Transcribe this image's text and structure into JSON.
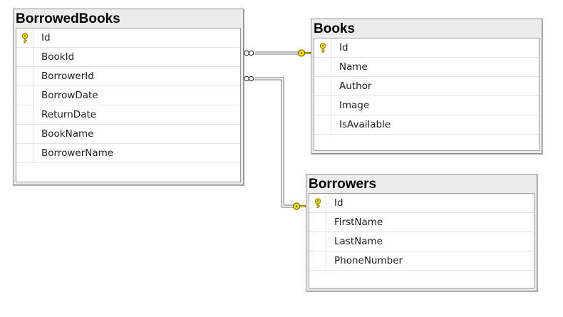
{
  "tables": {
    "borrowed_books": {
      "title": "BorrowedBooks",
      "columns": [
        {
          "name": "Id",
          "primary_key": true
        },
        {
          "name": "BookId",
          "primary_key": false
        },
        {
          "name": "BorrowerId",
          "primary_key": false
        },
        {
          "name": "BorrowDate",
          "primary_key": false
        },
        {
          "name": "ReturnDate",
          "primary_key": false
        },
        {
          "name": "BookName",
          "primary_key": false
        },
        {
          "name": "BorrowerName",
          "primary_key": false
        }
      ]
    },
    "books": {
      "title": "Books",
      "columns": [
        {
          "name": "Id",
          "primary_key": true
        },
        {
          "name": "Name",
          "primary_key": false
        },
        {
          "name": "Author",
          "primary_key": false
        },
        {
          "name": "Image",
          "primary_key": false
        },
        {
          "name": "IsAvailable",
          "primary_key": false
        }
      ]
    },
    "borrowers": {
      "title": "Borrowers",
      "columns": [
        {
          "name": "Id",
          "primary_key": true
        },
        {
          "name": "FirstName",
          "primary_key": false
        },
        {
          "name": "LastName",
          "primary_key": false
        },
        {
          "name": "PhoneNumber",
          "primary_key": false
        }
      ]
    }
  },
  "relationships": [
    {
      "from": "BorrowedBooks",
      "from_end": "many",
      "to": "Books",
      "to_end": "one-key"
    },
    {
      "from": "BorrowedBooks",
      "from_end": "many",
      "to": "Borrowers",
      "to_end": "one-key"
    }
  ],
  "colors": {
    "key_icon": "#f2e200",
    "relationship_line": "#6f6f6f"
  },
  "icons": {
    "primary_key": "key-icon",
    "many_end": "infinity-icon"
  }
}
